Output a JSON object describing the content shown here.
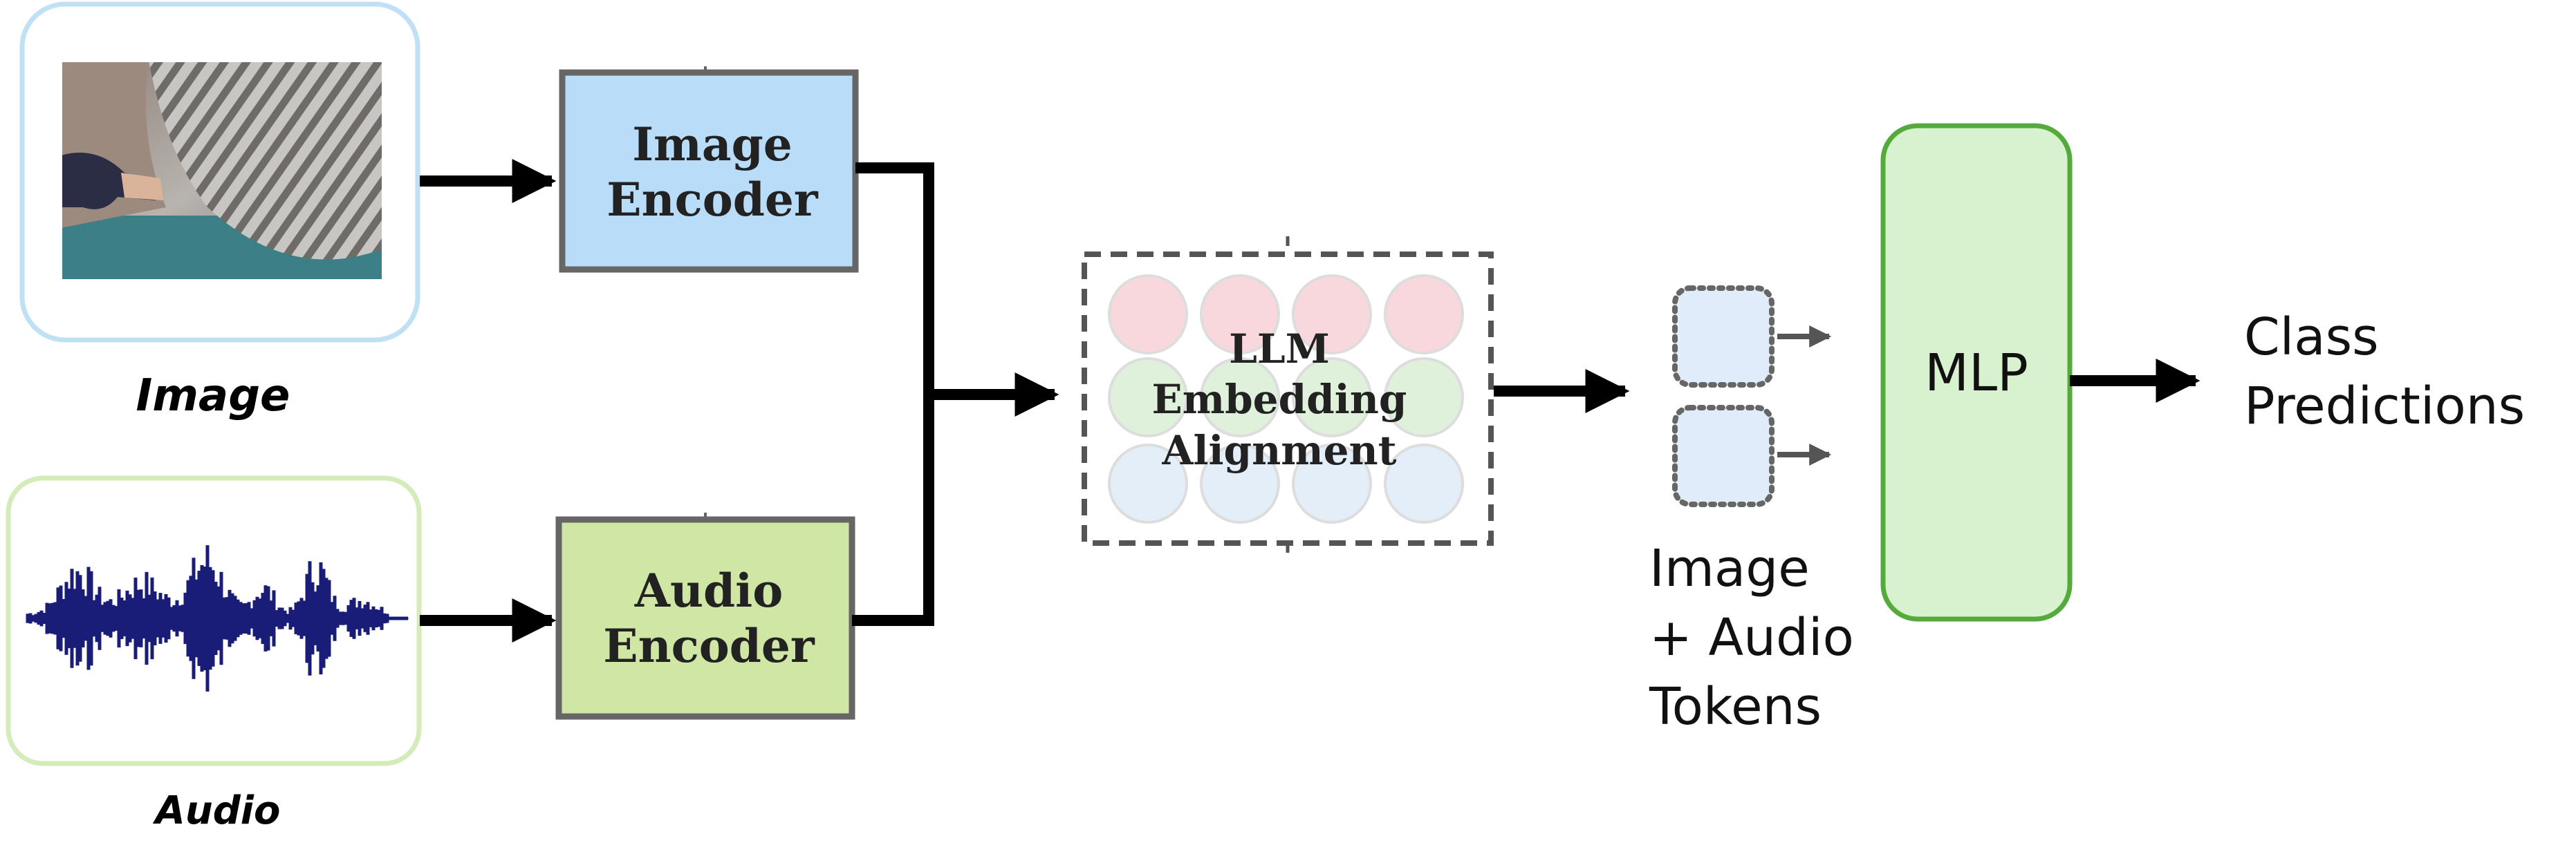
{
  "inputs": {
    "image_caption": "Image",
    "audio_caption": "Audio"
  },
  "encoders": {
    "image": [
      "Image",
      "Encoder"
    ],
    "audio": [
      "Audio",
      "Encoder"
    ]
  },
  "alignment": {
    "lines": [
      "LLM",
      "Embedding",
      "Alignment"
    ]
  },
  "tokens": {
    "lines": [
      "Image",
      "+ Audio",
      "Tokens"
    ]
  },
  "mlp": {
    "label": "MLP"
  },
  "output": {
    "lines": [
      "Class",
      "Predictions"
    ]
  },
  "colors": {
    "image_encoder_fill": "#b9dcf9",
    "audio_encoder_fill": "#cfe6a4",
    "encoder_border": "#666666",
    "mlp_fill": "#d8f2d0",
    "mlp_border": "#55aa3c",
    "token_fill": "#e0ecfa",
    "token_border": "#666666",
    "image_frame": "#bfe0f5",
    "audio_frame": "#d4ebba",
    "waveform": "#1a1d78",
    "arrow": "#000000",
    "circle_row1": "#f9d8dd",
    "circle_row2": "#dff1db",
    "circle_row3": "#e3eef9"
  }
}
